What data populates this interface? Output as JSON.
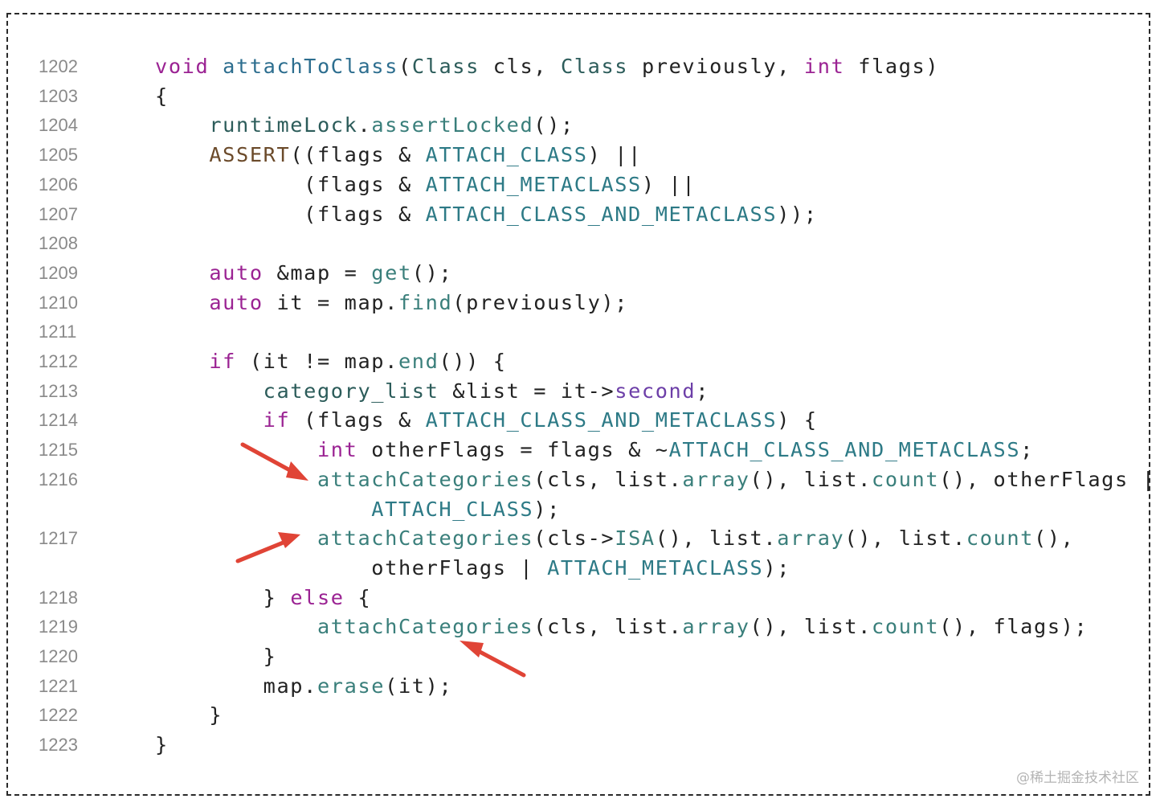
{
  "lines": [
    {
      "num": "1202",
      "tokens": [
        {
          "t": "void",
          "c": "kw"
        },
        {
          "t": " "
        },
        {
          "t": "attachToClass",
          "c": "fn"
        },
        {
          "t": "("
        },
        {
          "t": "Class",
          "c": "typ"
        },
        {
          "t": " cls, "
        },
        {
          "t": "Class",
          "c": "typ"
        },
        {
          "t": " previously, "
        },
        {
          "t": "int",
          "c": "kw"
        },
        {
          "t": " flags)"
        }
      ]
    },
    {
      "num": "1203",
      "tokens": [
        {
          "t": "{"
        }
      ]
    },
    {
      "num": "1204",
      "tokens": [
        {
          "t": "    "
        },
        {
          "t": "runtimeLock",
          "c": "typ"
        },
        {
          "t": "."
        },
        {
          "t": "assertLocked",
          "c": "mem"
        },
        {
          "t": "();"
        }
      ]
    },
    {
      "num": "1205",
      "tokens": [
        {
          "t": "    "
        },
        {
          "t": "ASSERT",
          "c": "mac"
        },
        {
          "t": "((flags & "
        },
        {
          "t": "ATTACH_CLASS",
          "c": "cst"
        },
        {
          "t": ") ||"
        }
      ]
    },
    {
      "num": "1206",
      "tokens": [
        {
          "t": "           (flags & "
        },
        {
          "t": "ATTACH_METACLASS",
          "c": "cst"
        },
        {
          "t": ") ||"
        }
      ]
    },
    {
      "num": "1207",
      "tokens": [
        {
          "t": "           (flags & "
        },
        {
          "t": "ATTACH_CLASS_AND_METACLASS",
          "c": "cst"
        },
        {
          "t": "));"
        }
      ]
    },
    {
      "num": "1208",
      "tokens": []
    },
    {
      "num": "1209",
      "tokens": [
        {
          "t": "    "
        },
        {
          "t": "auto",
          "c": "kw"
        },
        {
          "t": " &map = "
        },
        {
          "t": "get",
          "c": "mem"
        },
        {
          "t": "();"
        }
      ]
    },
    {
      "num": "1210",
      "tokens": [
        {
          "t": "    "
        },
        {
          "t": "auto",
          "c": "kw"
        },
        {
          "t": " it = map."
        },
        {
          "t": "find",
          "c": "mem"
        },
        {
          "t": "(previously);"
        }
      ]
    },
    {
      "num": "1211",
      "tokens": []
    },
    {
      "num": "1212",
      "tokens": [
        {
          "t": "    "
        },
        {
          "t": "if",
          "c": "kw"
        },
        {
          "t": " (it != map."
        },
        {
          "t": "end",
          "c": "mem"
        },
        {
          "t": "()) {"
        }
      ]
    },
    {
      "num": "1213",
      "tokens": [
        {
          "t": "        "
        },
        {
          "t": "category_list",
          "c": "typ"
        },
        {
          "t": " &list = it->"
        },
        {
          "t": "second",
          "c": "prop"
        },
        {
          "t": ";"
        }
      ]
    },
    {
      "num": "1214",
      "tokens": [
        {
          "t": "        "
        },
        {
          "t": "if",
          "c": "kw"
        },
        {
          "t": " (flags & "
        },
        {
          "t": "ATTACH_CLASS_AND_METACLASS",
          "c": "cst"
        },
        {
          "t": ") {"
        }
      ]
    },
    {
      "num": "1215",
      "tokens": [
        {
          "t": "            "
        },
        {
          "t": "int",
          "c": "kw"
        },
        {
          "t": " otherFlags = flags & ~"
        },
        {
          "t": "ATTACH_CLASS_AND_METACLASS",
          "c": "cst"
        },
        {
          "t": ";"
        }
      ]
    },
    {
      "num": "1216",
      "tokens": [
        {
          "t": "            "
        },
        {
          "t": "attachCategories",
          "c": "mem"
        },
        {
          "t": "(cls, list."
        },
        {
          "t": "array",
          "c": "mem"
        },
        {
          "t": "(), list."
        },
        {
          "t": "count",
          "c": "mem"
        },
        {
          "t": "(), otherFlags |"
        }
      ]
    },
    {
      "num": "",
      "tokens": [
        {
          "t": "                "
        },
        {
          "t": "ATTACH_CLASS",
          "c": "cst"
        },
        {
          "t": ");"
        }
      ]
    },
    {
      "num": "1217",
      "tokens": [
        {
          "t": "            "
        },
        {
          "t": "attachCategories",
          "c": "mem"
        },
        {
          "t": "(cls->"
        },
        {
          "t": "ISA",
          "c": "mem"
        },
        {
          "t": "(), list."
        },
        {
          "t": "array",
          "c": "mem"
        },
        {
          "t": "(), list."
        },
        {
          "t": "count",
          "c": "mem"
        },
        {
          "t": "(),"
        }
      ]
    },
    {
      "num": "",
      "tokens": [
        {
          "t": "                otherFlags | "
        },
        {
          "t": "ATTACH_METACLASS",
          "c": "cst"
        },
        {
          "t": ");"
        }
      ]
    },
    {
      "num": "1218",
      "tokens": [
        {
          "t": "        } "
        },
        {
          "t": "else",
          "c": "kw"
        },
        {
          "t": " {"
        }
      ]
    },
    {
      "num": "1219",
      "tokens": [
        {
          "t": "            "
        },
        {
          "t": "attachCategories",
          "c": "mem"
        },
        {
          "t": "(cls, list."
        },
        {
          "t": "array",
          "c": "mem"
        },
        {
          "t": "(), list."
        },
        {
          "t": "count",
          "c": "mem"
        },
        {
          "t": "(), flags);"
        }
      ]
    },
    {
      "num": "1220",
      "tokens": [
        {
          "t": "        }"
        }
      ]
    },
    {
      "num": "1221",
      "tokens": [
        {
          "t": "        map."
        },
        {
          "t": "erase",
          "c": "mem"
        },
        {
          "t": "(it);"
        }
      ]
    },
    {
      "num": "1222",
      "tokens": [
        {
          "t": "    }"
        }
      ]
    },
    {
      "num": "1223",
      "tokens": [
        {
          "t": "}"
        }
      ]
    }
  ],
  "colors": {
    "keyword": "#9b2393",
    "function": "#2d6e8f",
    "type": "#2c5c5a",
    "macro": "#6b4a2a",
    "constant": "#2d7a86",
    "member": "#3a7f7b",
    "property": "#6d3fa8",
    "line_number": "#8a8a8a",
    "arrow": "#e04436"
  },
  "watermark": "@稀土掘金技术社区"
}
